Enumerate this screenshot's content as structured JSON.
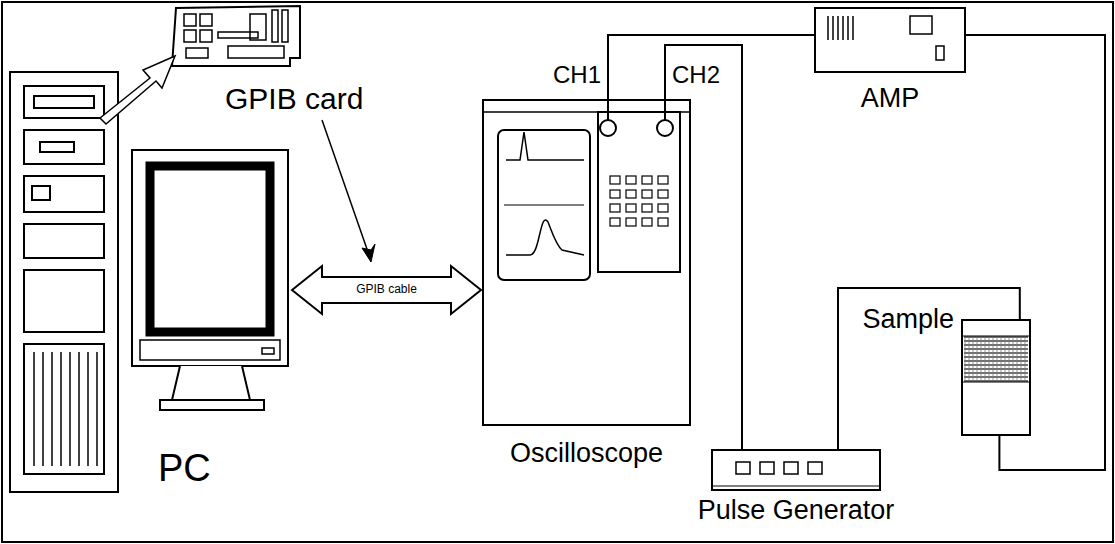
{
  "diagram": {
    "nodes": [
      {
        "text": [
          "PC"
        ]
      },
      {
        "text": [
          "Oscilloscope"
        ]
      },
      {
        "text": [
          "AMP"
        ]
      },
      {
        "text": [
          "Sample"
        ]
      },
      {
        "text": [
          "Pulse Generator"
        ]
      }
    ],
    "edges": [
      {
        "from": 0,
        "to": 1,
        "arrow": "both",
        "label": "GPIB cable"
      },
      {
        "from": 1,
        "to": 2,
        "arrow": "none"
      },
      {
        "from": 2,
        "to": 3,
        "arrow": "none"
      },
      {
        "from": 1,
        "to": 4,
        "arrow": "none"
      },
      {
        "from": 4,
        "to": 3,
        "arrow": "none"
      }
    ],
    "labels": [
      "GPIB card",
      "CH1",
      "CH2"
    ]
  }
}
